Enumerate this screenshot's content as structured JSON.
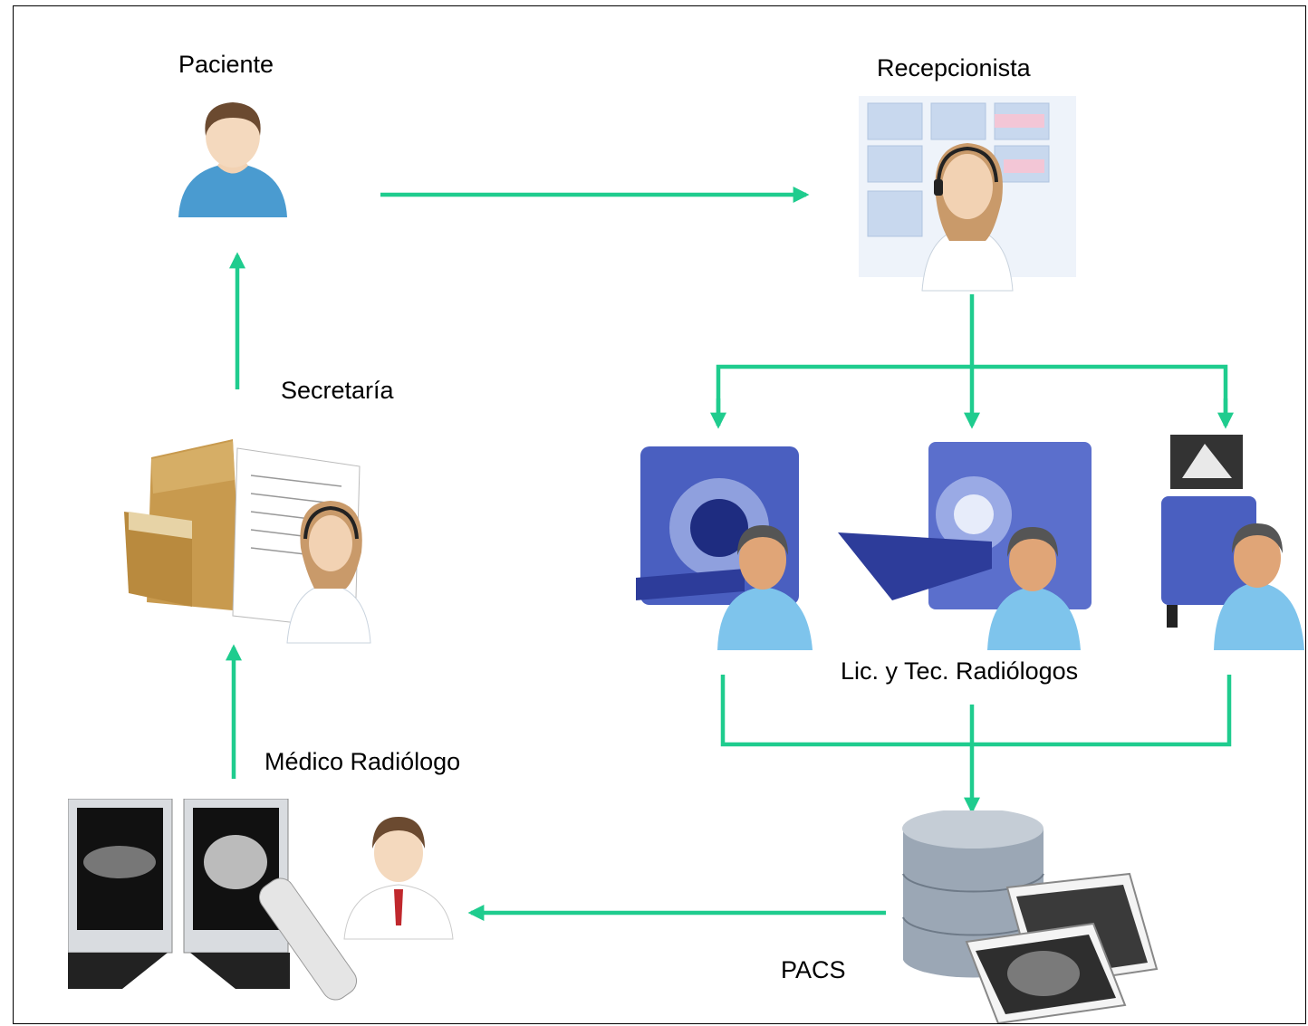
{
  "diagram": {
    "nodes": {
      "paciente": {
        "label": "Paciente",
        "icon": "patient-icon"
      },
      "recepcionista": {
        "label": "Recepcionista",
        "icon": "receptionist-icon"
      },
      "secretaria": {
        "label": "Secretaría",
        "icon": "secretary-files-icon"
      },
      "tecnicos": {
        "label": "Lic. y Tec. Radiólogos",
        "icons": [
          "mri-scanner-icon",
          "ct-scanner-icon",
          "xray-machine-icon"
        ]
      },
      "pacs": {
        "label": "PACS",
        "icon": "database-images-icon"
      },
      "medico": {
        "label": "Médico Radiólogo",
        "icon": "radiologist-workstation-icon"
      }
    },
    "edges": [
      {
        "from": "paciente",
        "to": "recepcionista"
      },
      {
        "from": "recepcionista",
        "to": "tecnicos"
      },
      {
        "from": "tecnicos",
        "to": "pacs"
      },
      {
        "from": "pacs",
        "to": "medico"
      },
      {
        "from": "medico",
        "to": "secretaria"
      },
      {
        "from": "secretaria",
        "to": "paciente"
      }
    ],
    "colors": {
      "arrow": "#1FCC8E",
      "person_shirt": "#4A9BD0",
      "machine": "#4A5FC0",
      "cabinet": "#C89A4E"
    }
  }
}
